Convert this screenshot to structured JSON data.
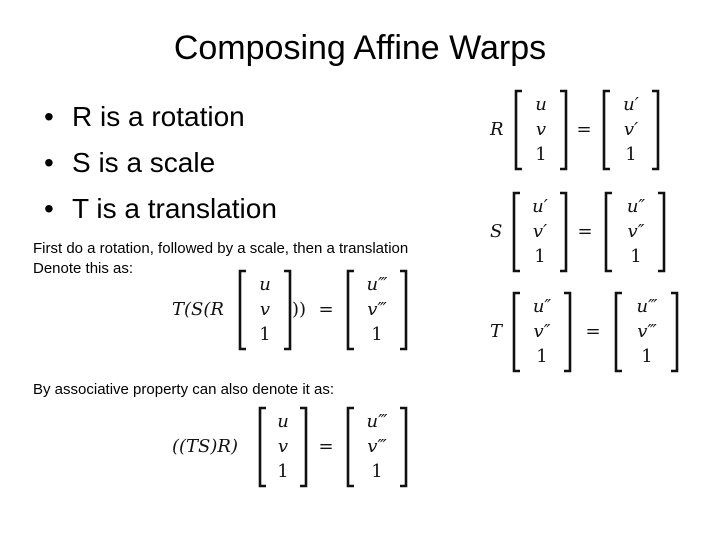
{
  "title": "Composing Affine Warps",
  "bullets": [
    {
      "marker": "•",
      "text": "R is a rotation"
    },
    {
      "marker": "•",
      "text": "S is a scale"
    },
    {
      "marker": "•",
      "text": "T is a translation"
    }
  ],
  "note_1": "First do a rotation, followed by a scale, then a translation",
  "note_2": "Denote this as:",
  "note_3": "By associative property can also denote it as:",
  "equations": {
    "rotation": {
      "op": "R",
      "lhs": [
        "u",
        "v",
        "1"
      ],
      "eq": "=",
      "rhs": [
        "u′",
        "v′",
        "1"
      ]
    },
    "scale": {
      "op": "S",
      "lhs": [
        "u′",
        "v′",
        "1"
      ],
      "eq": "=",
      "rhs": [
        "u″",
        "v″",
        "1"
      ]
    },
    "translation": {
      "op": "T",
      "lhs": [
        "u″",
        "v″",
        "1"
      ],
      "eq": "=",
      "rhs": [
        "u‴",
        "v‴",
        "1"
      ]
    },
    "nested": {
      "prefix": "T(S(R",
      "lhs": [
        "u",
        "v",
        "1"
      ],
      "suffix": "))",
      "eq": "=",
      "rhs": [
        "u‴",
        "v‴",
        "1"
      ]
    },
    "associative": {
      "prefix": "((TS)R)",
      "lhs": [
        "u",
        "v",
        "1"
      ],
      "eq": "=",
      "rhs": [
        "u‴",
        "v‴",
        "1"
      ]
    }
  }
}
